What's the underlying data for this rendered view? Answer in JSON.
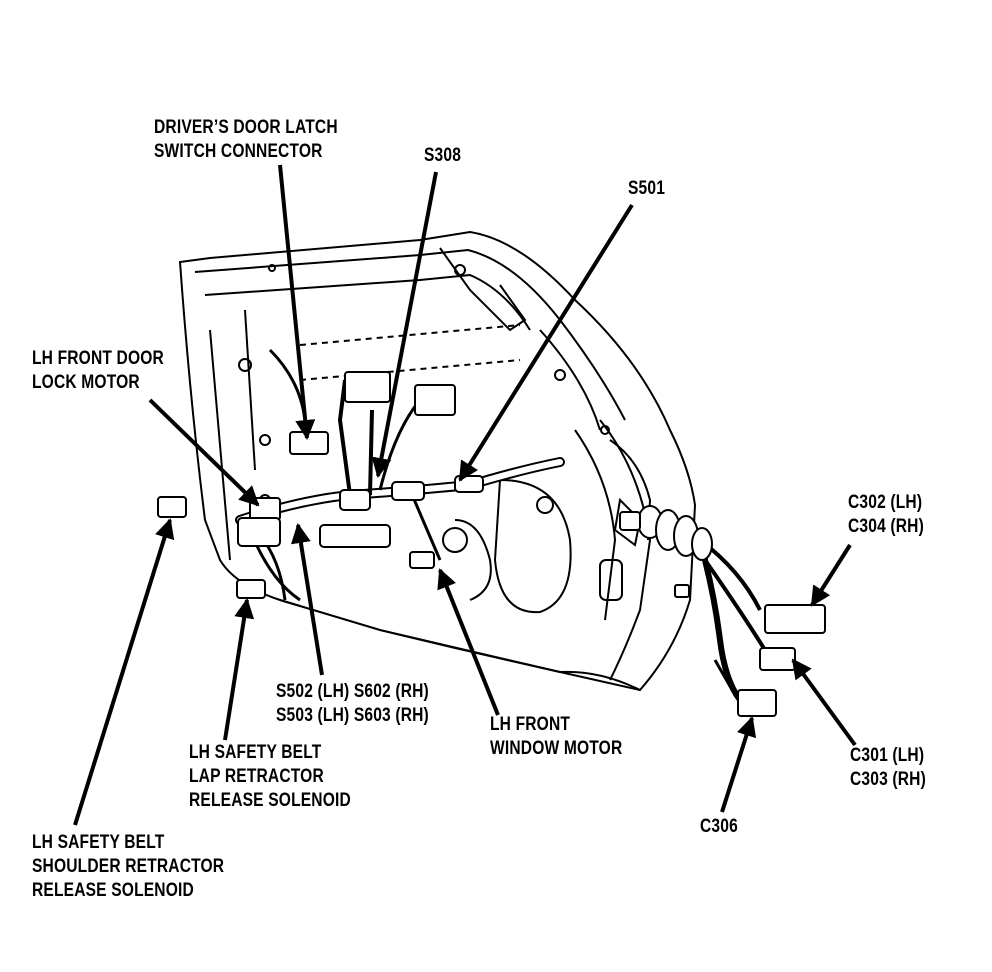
{
  "labels": {
    "latch_switch": [
      "DRIVER’S DOOR LATCH",
      "SWITCH CONNECTOR"
    ],
    "s308": "S308",
    "s501": "S501",
    "lock_motor": [
      "LH FRONT DOOR",
      "LOCK MOTOR"
    ],
    "c302_c304": [
      "C302 (LH)",
      "C304 (RH)"
    ],
    "s502_s603": [
      "S502 (LH) S602 (RH)",
      "S503 (LH) S603 (RH)"
    ],
    "window_motor": [
      "LH FRONT",
      "WINDOW MOTOR"
    ],
    "lap_solenoid": [
      "LH SAFETY BELT",
      "LAP RETRACTOR",
      "RELEASE SOLENOID"
    ],
    "c301_c303": [
      "C301 (LH)",
      "C303 (RH)"
    ],
    "c306": "C306",
    "shoulder_solenoid": [
      "LH SAFETY BELT",
      "SHOULDER RETRACTOR",
      "RELEASE SOLENOID"
    ]
  },
  "colors": {
    "ink": "#000000",
    "background": "#ffffff"
  }
}
